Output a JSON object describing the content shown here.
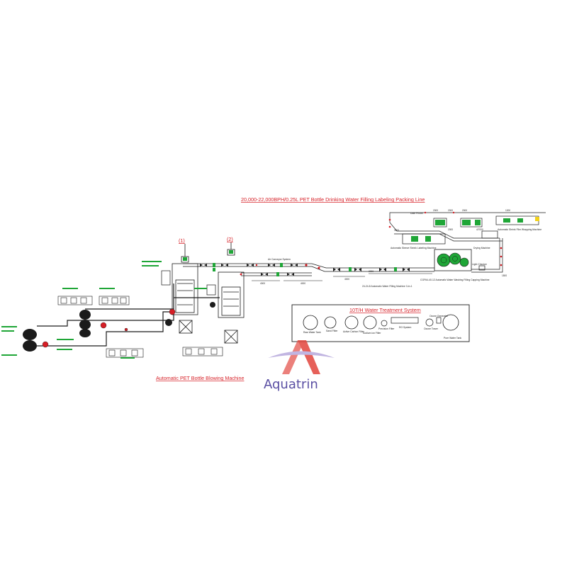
{
  "titles": {
    "main_line": "20,000-22,000BPH/0.25L PET Bottle Drinking  Water Filling Labeling Packing Line",
    "blowing": "Automatic PET Bottle Blowing Machine",
    "water_treatment": "10T/H Water Treatment System"
  },
  "labels": {
    "station_1": "(1)",
    "station_2": "(2)",
    "air_conveyor": "Air Conveyor System",
    "filling_machine": "24-24-8 Automatic Water Filling Machine 3-in-1",
    "washing_capping": "CGF64-40-12 Automatic Water Washing Filling Capping Machine",
    "light_checker": "Light Checker",
    "date_printer": "Date Printer",
    "shrink_labeling": "Automatic Sleeve Shrink Labeling Machine",
    "drying": "Drying Machine",
    "shrink_wrapping": "Automatic Shrink Film Wrapping Machine",
    "raw_water_tank": "Raw Water Tank",
    "sand_filter": "Sand Filter",
    "carbon_filter": "Active Carbon Filter",
    "softener": "Sodium ion Filter",
    "precision_filter": "Precision Filter",
    "ro_system": "RO System",
    "ozone_generator": "Ozone Generator",
    "ozone_tower": "Ozone Tower",
    "pure_water_tank": "Pure Water Tank"
  },
  "dimensions": {
    "d4000_a": "4000",
    "d4000_b": "4000",
    "d4000_c": "4000",
    "d2000_conveyor": "2000",
    "d2000_top_a": "2000",
    "d2000_top_b": "2000",
    "d2000_top_c": "2000",
    "d2000_mid": "2000",
    "d4_7000": "4/7000",
    "d1500": "1500",
    "d1200": "1200",
    "d3000": "3000"
  },
  "brand": {
    "name": "Aquatrin",
    "color_red": "#e2453d",
    "color_purple": "#5a4fa3"
  },
  "colors": {
    "title_red": "#d61f26",
    "line_dark": "#1b1b1b",
    "machine_green": "#1fa637",
    "joint_red": "#d61f26"
  }
}
